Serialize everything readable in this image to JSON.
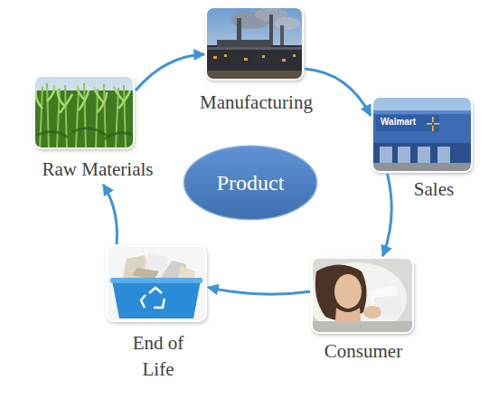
{
  "diagram": {
    "nodes": [
      {
        "text": [
          "Raw Materials"
        ]
      },
      {
        "text": [
          "Manufacturing"
        ]
      },
      {
        "text": [
          "Sales"
        ]
      },
      {
        "text": [
          "Consumer"
        ]
      },
      {
        "text": [
          "End of Life"
        ]
      },
      {
        "text": [
          "Product"
        ]
      }
    ],
    "edges": [
      {
        "from": 0,
        "to": 1,
        "arrow": "to"
      },
      {
        "from": 1,
        "to": 2,
        "arrow": "to"
      },
      {
        "from": 2,
        "to": 3,
        "arrow": "to"
      },
      {
        "from": 3,
        "to": 4,
        "arrow": "to"
      },
      {
        "from": 4,
        "to": 0,
        "arrow": "to"
      }
    ],
    "labels": [
      "Walmart"
    ]
  }
}
